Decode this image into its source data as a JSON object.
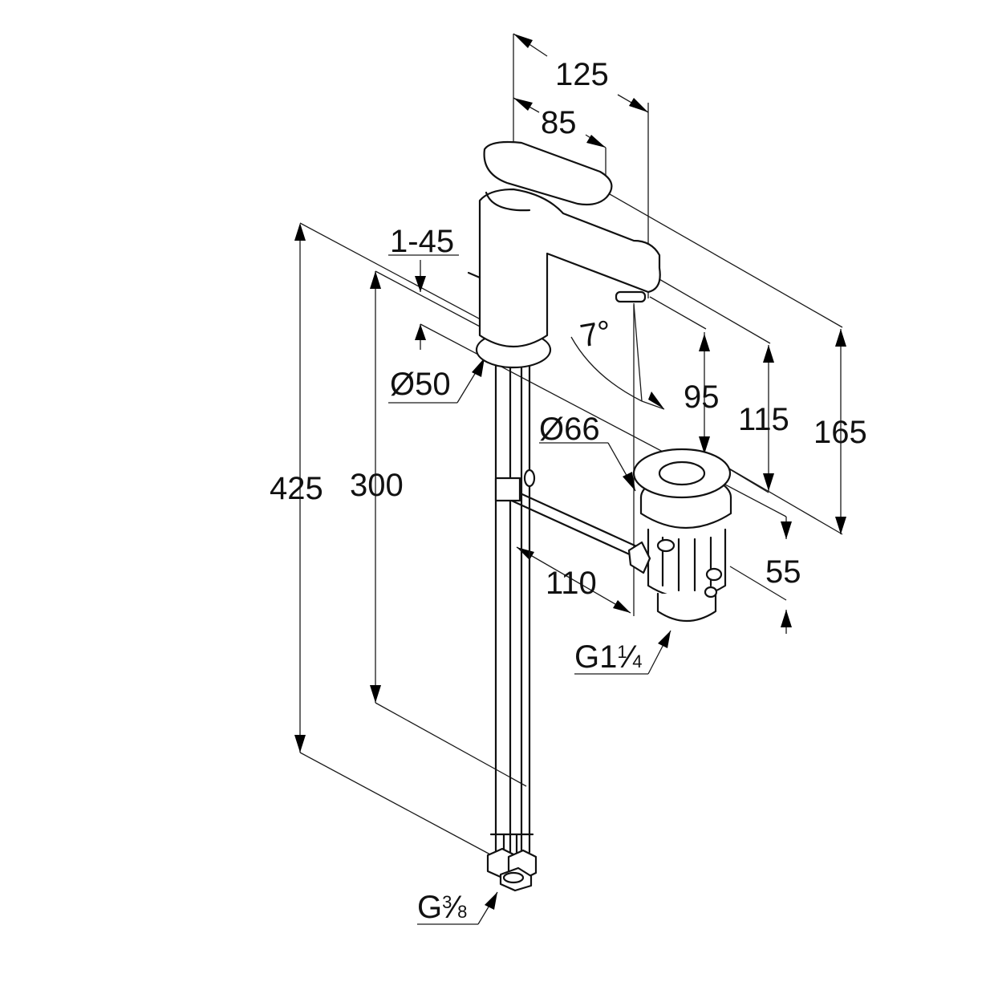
{
  "drawing": {
    "dimensions": {
      "spout_reach": "125",
      "lever_length": "85",
      "base_diameter": "Ø50",
      "mounting_thickness": "1-45",
      "overall_height": "425",
      "hose_length": "300",
      "spout_angle": "7°",
      "outlet_height": "95",
      "lever_height": "115",
      "tap_height": "165",
      "waste_diameter": "Ø66",
      "waste_height": "55",
      "pullrod_distance": "110"
    },
    "threads": {
      "supply": {
        "main": "G",
        "numerator": "3",
        "slash": "⁄",
        "denominator": "8"
      },
      "waste": {
        "main": "G1",
        "numerator": "1",
        "slash": "⁄",
        "denominator": "4"
      }
    }
  }
}
